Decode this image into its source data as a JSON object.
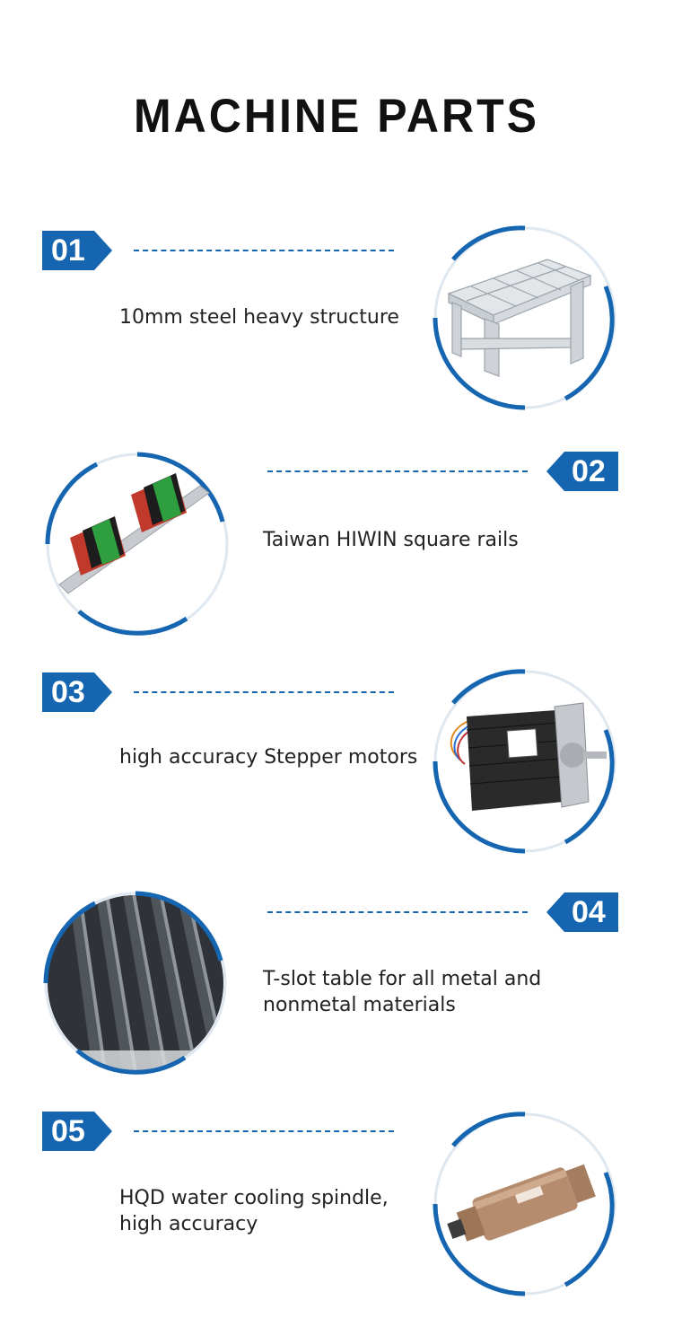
{
  "title": "MACHINE PARTS",
  "parts": [
    {
      "number": "01",
      "description": [
        "10mm steel heavy structure"
      ],
      "image": "steel-frame"
    },
    {
      "number": "02",
      "description": [
        "Taiwan HIWIN square rails"
      ],
      "image": "linear-rail"
    },
    {
      "number": "03",
      "description": [
        "high accuracy Stepper motors"
      ],
      "image": "stepper-motor"
    },
    {
      "number": "04",
      "description": [
        "T-slot table for all metal and",
        "nonmetal materials"
      ],
      "image": "t-slot-table"
    },
    {
      "number": "05",
      "description": [
        "HQD water cooling spindle,",
        "high accuracy"
      ],
      "image": "spindle"
    }
  ],
  "colors": {
    "accent": "#1565b0",
    "ring_light": "#dfe7f0"
  }
}
